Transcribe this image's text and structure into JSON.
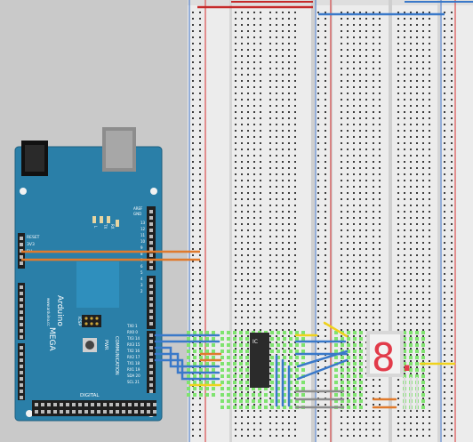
{
  "colors": {
    "background": "#c9c9c9",
    "breadboard": "#ececec",
    "board": "#2a7fa8",
    "wire_orange": "#e07a2c",
    "wire_blue": "#3a79c9",
    "wire_yellow": "#f0d21c",
    "wire_gray": "#8c8c8c",
    "rail_red": "#d93131",
    "rail_blue": "#3b6fc4",
    "segment_red": "#e23b4a",
    "highlight_green": "#7fe36f"
  },
  "arduino": {
    "brand": "Arduino",
    "model": "MEGA",
    "website": "www.arduino.cc",
    "icsp": "ICSP",
    "aref": "AREF",
    "gnd": "GND",
    "reset_label": "RESET",
    "v33_label": "3V3",
    "v5_label": "5V",
    "pwr_label": "PWR",
    "communication": "COMMUNICATION",
    "digital": "DIGITAL",
    "tx_label": "TX",
    "rx_label": "RX",
    "l_label": "L",
    "tx_pins": [
      "TX0 1",
      "RX0 0",
      "TX3 14",
      "RX3 15",
      "TX2 16",
      "RX2 17",
      "TX1 18",
      "RX1 19",
      "SDA 20",
      "SCL 21"
    ],
    "pin_numbers": [
      "13",
      "12",
      "11",
      "10",
      "9",
      "8",
      "7",
      "6",
      "5",
      "4",
      "3",
      "2"
    ]
  },
  "ic": {
    "label": "IC"
  },
  "display": {
    "digit": "8."
  }
}
